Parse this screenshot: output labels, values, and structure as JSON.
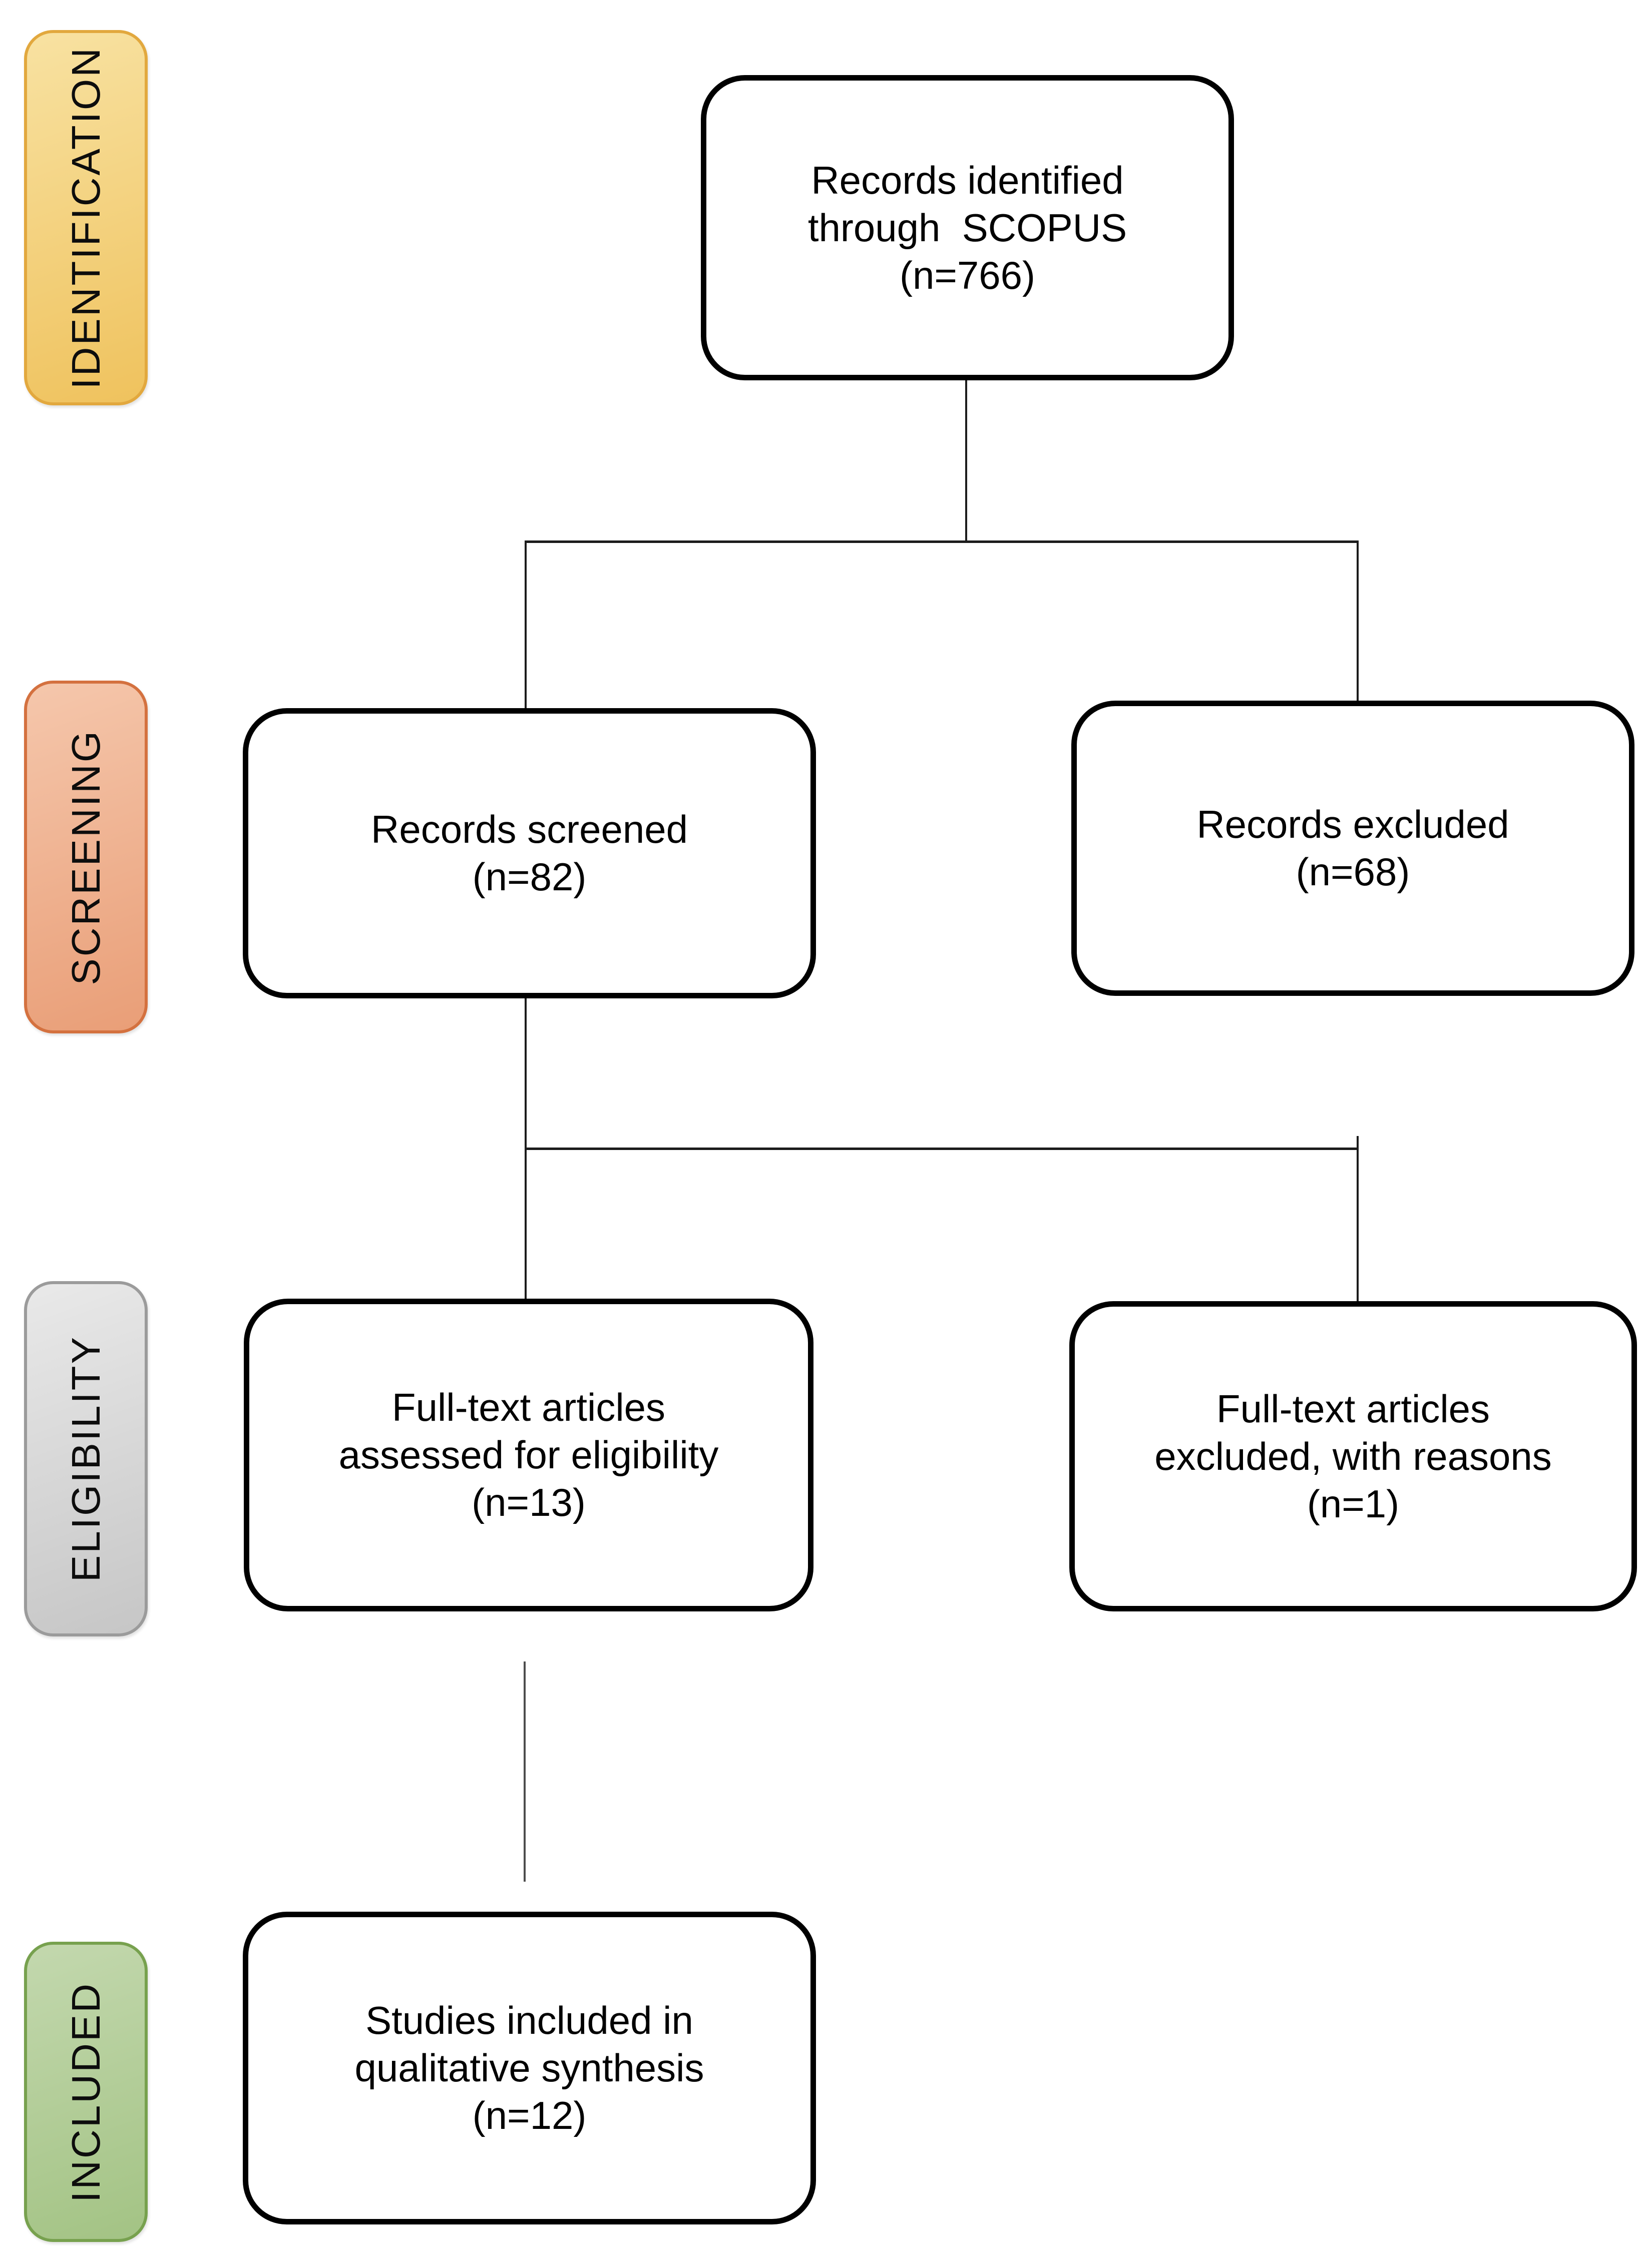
{
  "page": {
    "background": "#ffffff"
  },
  "stages": [
    {
      "label": "IDENTIFICATION",
      "fill_from": "#F8E2A2",
      "fill_to": "#EFC25D",
      "border": "#E2A83E"
    },
    {
      "label": "SCREENING",
      "fill_from": "#F5C7AC",
      "fill_to": "#E99E77",
      "border": "#D4713F"
    },
    {
      "label": "ELIGIBILITY",
      "fill_from": "#E9E9E9",
      "fill_to": "#C6C6C6",
      "border": "#9B9B9B"
    },
    {
      "label": "INCLUDED",
      "fill_from": "#C3D8AE",
      "fill_to": "#A3C384",
      "border": "#77A14E"
    }
  ],
  "boxes": [
    {
      "name": "records-identified",
      "text": "Records identified\nthrough  SCOPUS\n(n=766)"
    },
    {
      "name": "records-screened",
      "text": "Records screened\n(n=82)"
    },
    {
      "name": "records-excluded",
      "text": "Records excluded\n(n=68)"
    },
    {
      "name": "fulltext-assessed",
      "text": "Full-text articles\nassessed for eligibility\n(n=13)"
    },
    {
      "name": "fulltext-excluded",
      "text": "Full-text articles\nexcluded, with reasons\n(n=1)"
    },
    {
      "name": "studies-included",
      "text": "Studies included in\nqualitative synthesis\n(n=12)"
    }
  ]
}
